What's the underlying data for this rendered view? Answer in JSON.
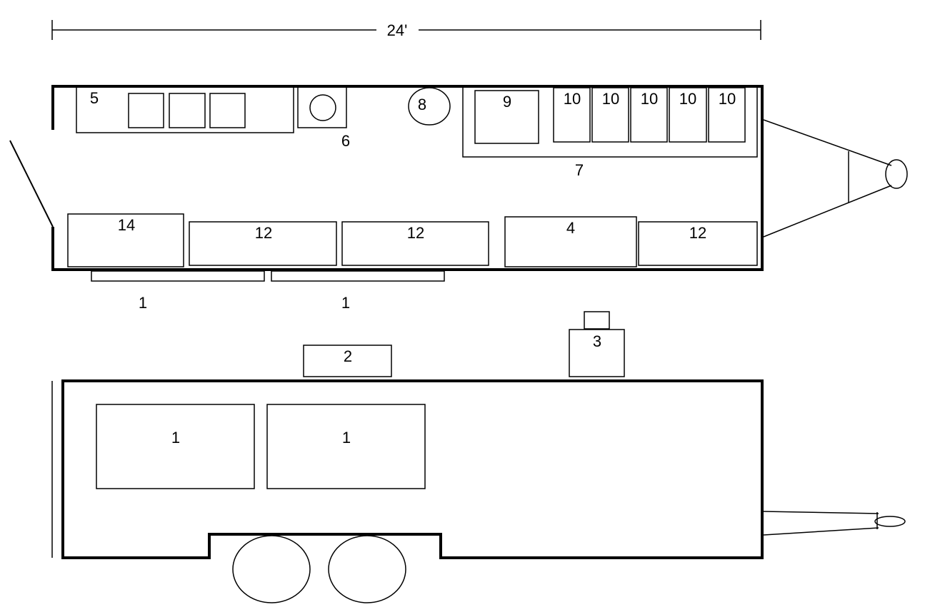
{
  "dimension": "24'",
  "top_view": {
    "labels": {
      "sink": "5",
      "hand_sink": "6",
      "item_8": "8",
      "counter": "7",
      "unit_9": "9",
      "unit_10": "10",
      "unit_14": "14",
      "unit_12": "12",
      "unit_4": "4",
      "window": "1"
    }
  },
  "side_view": {
    "labels": {
      "window": "1",
      "unit_2": "2",
      "unit_3": "3"
    }
  }
}
